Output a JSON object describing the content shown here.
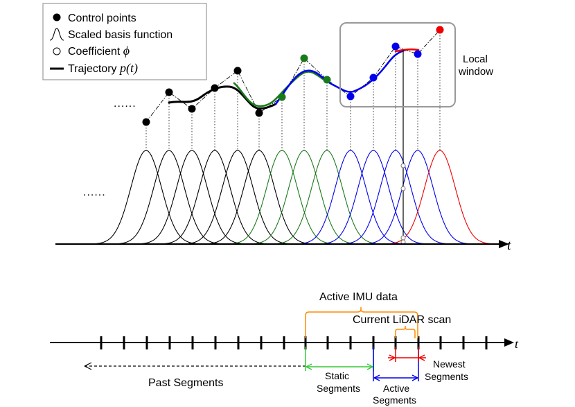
{
  "legend": {
    "control_points": "Control points",
    "basis": "Scaled basis function",
    "coefficient": "Coefficient ",
    "coefficient_symbol": "ϕ",
    "trajectory": "Trajectory ",
    "trajectory_symbol": "p(t)"
  },
  "local_window": {
    "line1": "Local",
    "line2": "window"
  },
  "ellipsis": "......",
  "axis_symbol": "t",
  "timeline": {
    "active_imu": "Active IMU data",
    "current_lidar": "Current LiDAR scan",
    "past": "Past Segments",
    "static_1": "Static",
    "static_2": "Segments",
    "active_1": "Active",
    "active_2": "Segments",
    "newest_1": "Newest",
    "newest_2": "Segments"
  },
  "colors": {
    "past": "#000000",
    "static": "#1a7a1a",
    "active": "#0000ee",
    "newest": "#ee0000",
    "imu_bracket": "#ff8c00",
    "window_border": "#999999",
    "static_arrow": "#33cc33"
  }
}
